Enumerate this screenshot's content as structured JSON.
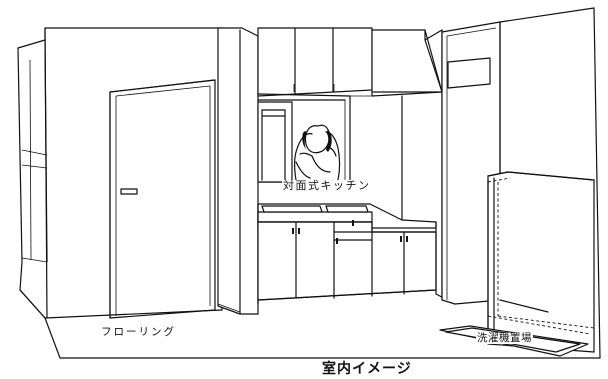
{
  "labels": {
    "kitchen": "対面式キッチン",
    "flooring": "フローリング",
    "washer_space": "洗濯機置場"
  },
  "caption": "室内イメージ"
}
